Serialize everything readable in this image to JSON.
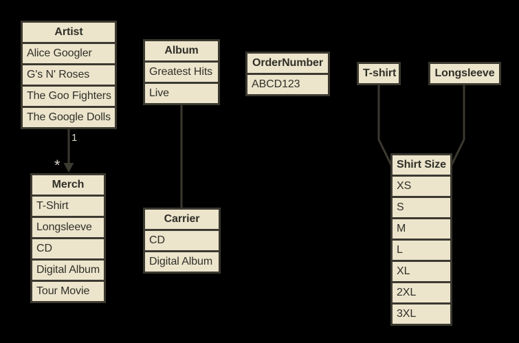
{
  "palette": {
    "background": "#000000",
    "box_fill": "#ECE5CC",
    "box_border": "#3B3930",
    "text": "#302F28",
    "connector": "#3B3930",
    "connector_label": "#D9D5C8"
  },
  "tables": [
    {
      "header": "Artist",
      "rows": [
        "Alice Googler",
        "G's N' Roses",
        "The Goo Fighters",
        "The Google Dolls"
      ]
    },
    {
      "header": "Album",
      "rows": [
        "Greatest Hits",
        "Live"
      ]
    },
    {
      "header": "OrderNumber",
      "rows": [
        "ABCD123"
      ]
    },
    {
      "header": "T-shirt",
      "rows": []
    },
    {
      "header": "Longsleeve",
      "rows": []
    },
    {
      "header": "Merch",
      "rows": [
        "T-Shirt",
        "Longsleeve",
        "CD",
        "Digital Album",
        "Tour Movie"
      ]
    },
    {
      "header": "Carrier",
      "rows": [
        "CD",
        "Digital Album"
      ]
    },
    {
      "header": "Shirt Size",
      "rows": [
        "XS",
        "S",
        "M",
        "L",
        "XL",
        "2XL",
        "3XL"
      ]
    }
  ],
  "connections": {
    "artist_merch": {
      "from": "Artist",
      "to": "Merch",
      "style": "arrow",
      "label_near_source": "1",
      "label_near_target": "*"
    },
    "album_carrier": {
      "from": "Album",
      "to": "Carrier",
      "style": "line"
    },
    "tshirt_shirtsize": {
      "from": "T-shirt",
      "to": "Shirt Size",
      "style": "line"
    },
    "longsleeve_shirtsize": {
      "from": "Longsleeve",
      "to": "Shirt Size",
      "style": "line"
    }
  }
}
